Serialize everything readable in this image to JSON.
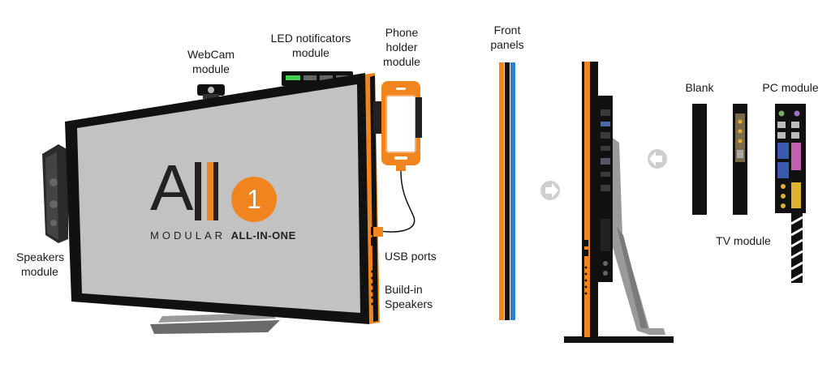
{
  "labels": {
    "webcam": [
      "WebCam",
      "module"
    ],
    "led": [
      "LED notificators",
      "module"
    ],
    "phone": [
      "Phone",
      "holder",
      "module"
    ],
    "speakers": [
      "Speakers",
      "module"
    ],
    "usb": "USB ports",
    "buildin": [
      "Build-in",
      "Speakers"
    ],
    "front_panels": [
      "Front",
      "panels"
    ],
    "blank": "Blank",
    "pc_module": "PC module",
    "tv_module": "TV module"
  },
  "logo": {
    "letters": "All",
    "number": "1",
    "tagline_a": "MODULAR",
    "tagline_b": "ALL-IN-ONE"
  },
  "icons": {
    "arrow_right": "arrow-right-icon",
    "arrow_left": "arrow-left-icon"
  },
  "colors": {
    "accent": "#f0841e",
    "panel_blue": "#2f7fd0",
    "frame": "#111111",
    "screen": "#bfbfbf",
    "arrow": "#cfcfcf"
  }
}
